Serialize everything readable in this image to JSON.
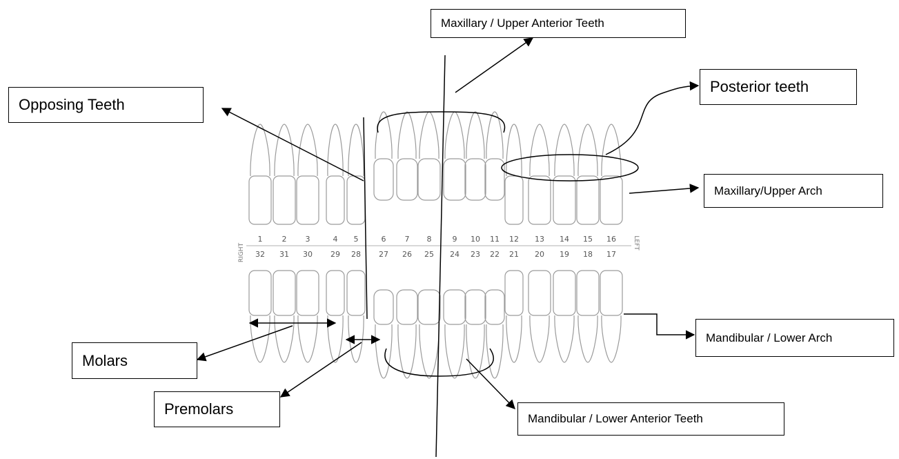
{
  "labels": {
    "upper_anterior": "Maxillary / Upper Anterior Teeth",
    "opposing": "Opposing Teeth",
    "posterior": "Posterior teeth",
    "upper_arch": "Maxillary/Upper Arch",
    "molars": "Molars",
    "lower_arch": "Mandibular / Lower Arch",
    "premolars": "Premolars",
    "lower_anterior": "Mandibular / Lower Anterior Teeth"
  },
  "side_labels": {
    "right": "RIGHT",
    "left": "LEFT"
  },
  "upper_numbers": [
    "1",
    "2",
    "3",
    "4",
    "5",
    "6",
    "7",
    "8",
    "9",
    "10",
    "11",
    "12",
    "13",
    "14",
    "15",
    "16"
  ],
  "lower_numbers": [
    "32",
    "31",
    "30",
    "29",
    "28",
    "27",
    "26",
    "25",
    "24",
    "23",
    "22",
    "21",
    "20",
    "19",
    "18",
    "17"
  ]
}
